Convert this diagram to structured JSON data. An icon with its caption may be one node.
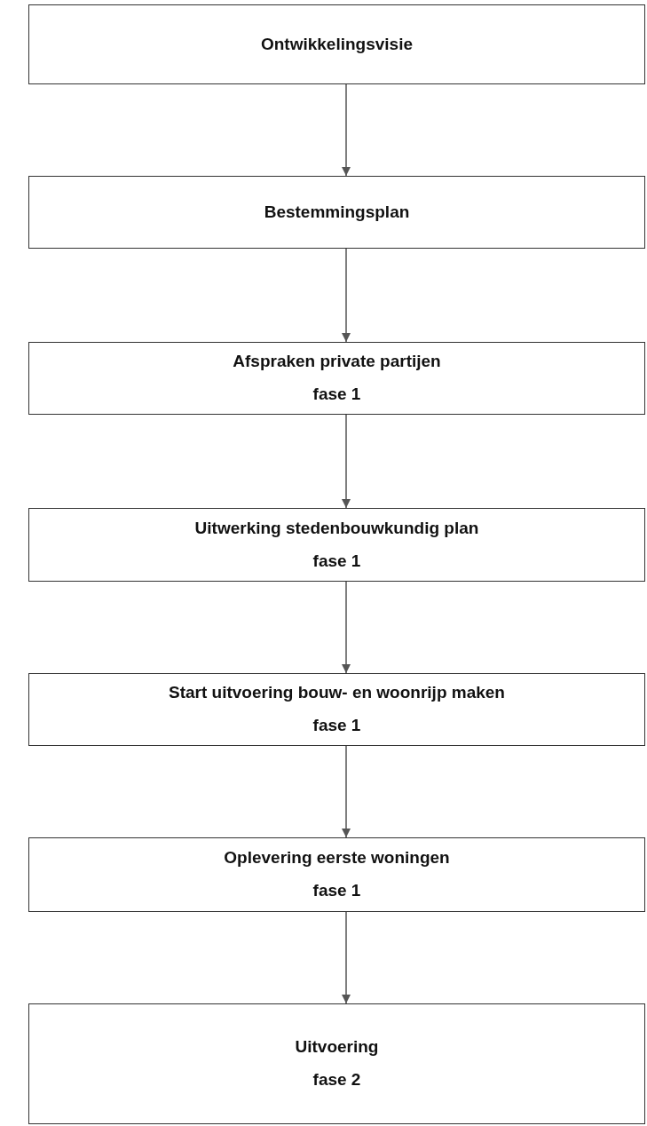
{
  "diagram": {
    "nodes": [
      {
        "text": [
          "Ontwikkelingsvisie"
        ]
      },
      {
        "text": [
          "Bestemmingsplan"
        ]
      },
      {
        "text": [
          "Afspraken private partijen",
          "fase 1"
        ]
      },
      {
        "text": [
          "Uitwerking stedenbouwkundig plan",
          "fase 1"
        ]
      },
      {
        "text": [
          "Start uitvoering bouw- en woonrijp maken",
          "fase 1"
        ]
      },
      {
        "text": [
          "Oplevering eerste woningen",
          "fase 1"
        ]
      },
      {
        "text": [
          "Uitvoering",
          "fase 2"
        ]
      }
    ],
    "edges": [
      {
        "from": 0,
        "to": 1,
        "arrow": "to"
      },
      {
        "from": 1,
        "to": 2,
        "arrow": "to"
      },
      {
        "from": 2,
        "to": 3,
        "arrow": "to"
      },
      {
        "from": 3,
        "to": 4,
        "arrow": "to"
      },
      {
        "from": 4,
        "to": 5,
        "arrow": "to"
      },
      {
        "from": 5,
        "to": 6,
        "arrow": "to"
      }
    ]
  }
}
